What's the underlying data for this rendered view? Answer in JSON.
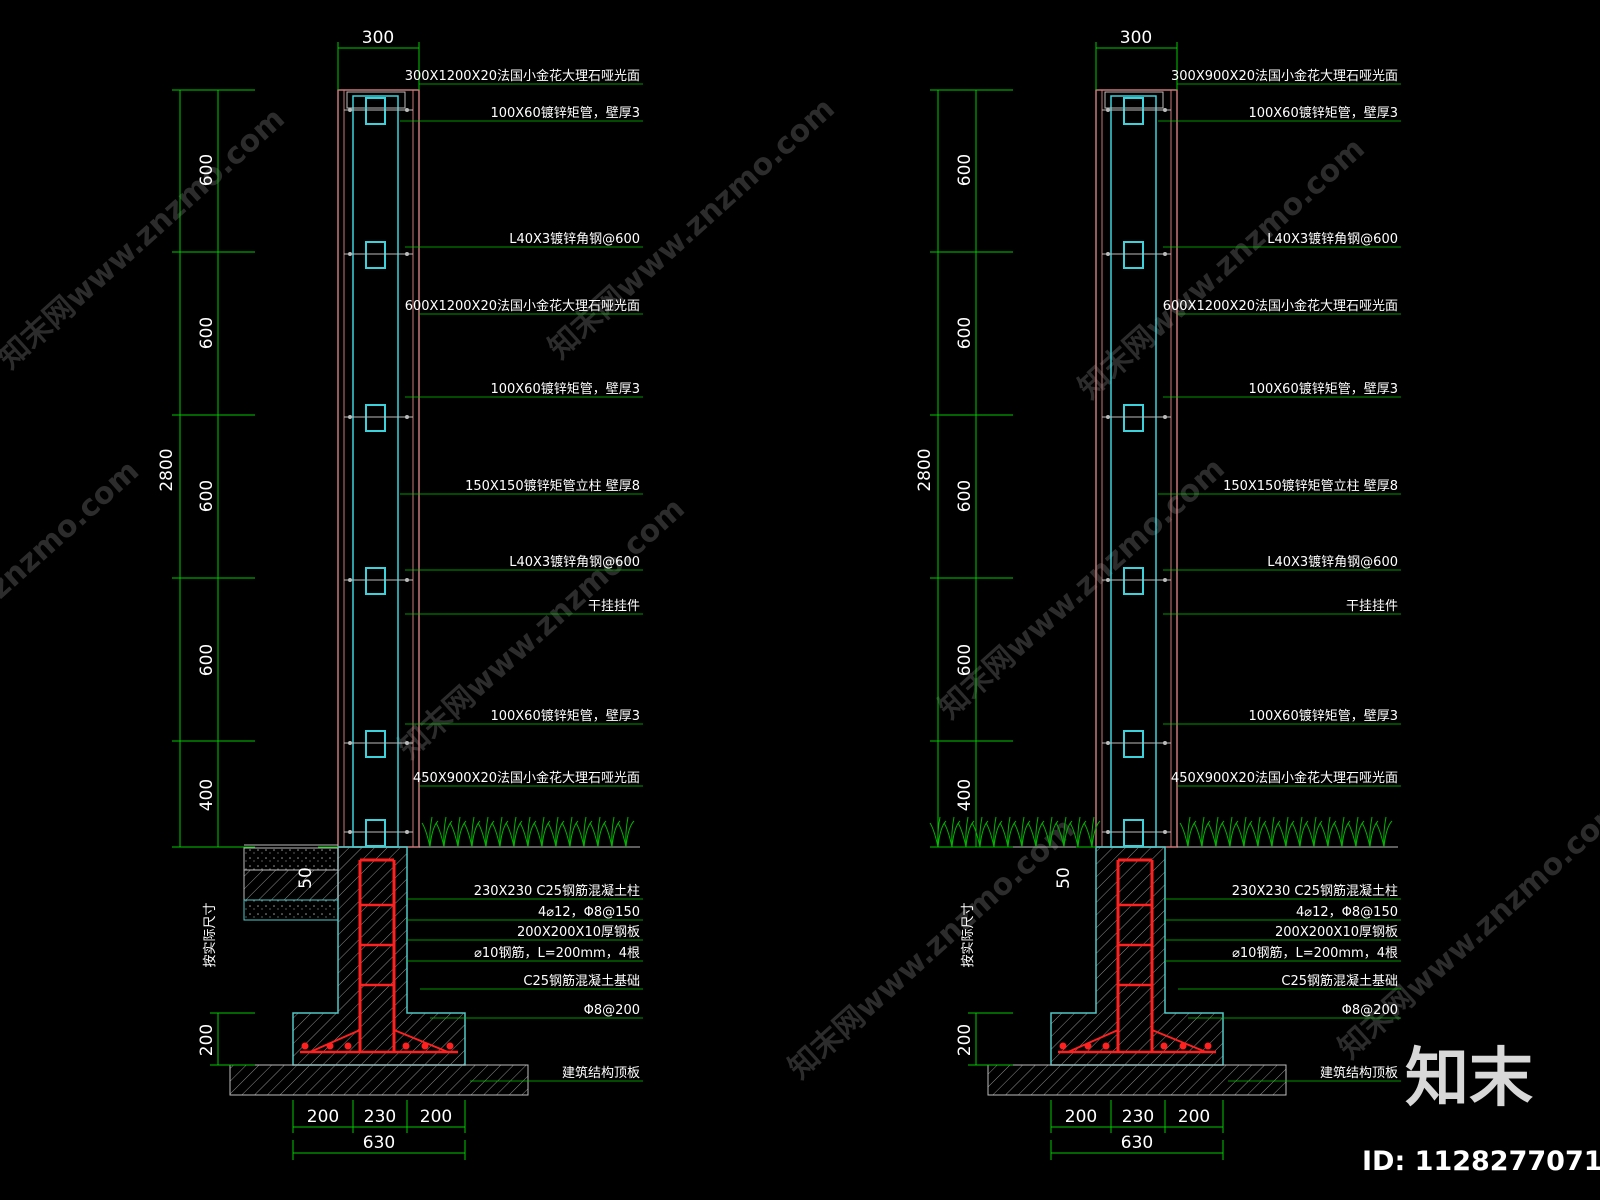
{
  "watermarks": [
    "知末网www.znzmo.com",
    "知末网www.znzmo.com",
    "znzmo.com",
    "知末网www.znzmo.com",
    "知末网www.znzmo.com",
    "知末网www.znzmo.com",
    "知末网www.znzmo.com",
    "知末网www.znzmo.com"
  ],
  "logo": "知末",
  "image_id": "ID: 1128277071",
  "sections": [
    {
      "top_width": "300",
      "height_total": "2800",
      "height_segments": [
        "600",
        "600",
        "600",
        "600",
        "400"
      ],
      "base_height": "200",
      "step": "50",
      "site_note": "按实际尺寸",
      "bottom_dims": [
        "200",
        "230",
        "200"
      ],
      "base_total": "630",
      "labels": [
        "300X1200X20法国小金花大理石哑光面",
        "100X60镀锌矩管，壁厚3",
        "L40X3镀锌角钢@600",
        "600X1200X20法国小金花大理石哑光面",
        "100X60镀锌矩管，壁厚3",
        "150X150镀锌矩管立柱 壁厚8",
        "L40X3镀锌角钢@600",
        "干挂挂件",
        "100X60镀锌矩管，壁厚3",
        "450X900X20法国小金花大理石哑光面",
        "230X230 C25钢筋混凝土柱",
        "4⌀12，Φ8@150",
        "200X200X10厚钢板",
        "⌀10钢筋，L=200mm，4根",
        "C25钢筋混凝土基础",
        "Φ8@200",
        "建筑结构顶板"
      ]
    },
    {
      "top_width": "300",
      "height_total": "2800",
      "height_segments": [
        "600",
        "600",
        "600",
        "600",
        "400"
      ],
      "base_height": "200",
      "step": "50",
      "site_note": "按实际尺寸",
      "bottom_dims": [
        "200",
        "230",
        "200"
      ],
      "base_total": "630",
      "labels": [
        "300X900X20法国小金花大理石哑光面",
        "100X60镀锌矩管，壁厚3",
        "L40X3镀锌角钢@600",
        "600X1200X20法国小金花大理石哑光面",
        "100X60镀锌矩管，壁厚3",
        "150X150镀锌矩管立柱 壁厚8",
        "L40X3镀锌角钢@600",
        "干挂挂件",
        "100X60镀锌矩管，壁厚3",
        "450X900X20法国小金花大理石哑光面",
        "230X230 C25钢筋混凝土柱",
        "4⌀12，Φ8@150",
        "200X200X10厚钢板",
        "⌀10钢筋，L=200mm，4根",
        "C25钢筋混凝土基础",
        "Φ8@200",
        "建筑结构顶板"
      ]
    }
  ],
  "colors": {
    "background": "#000000",
    "dimension": "#00c800",
    "stone": "#c87878",
    "steel": "#3cd2dc",
    "rebar": "#ff2020",
    "concrete": "#50c8c8",
    "hatch": "#8c8c8c",
    "grass": "#00b400",
    "text": "#ffffff"
  }
}
